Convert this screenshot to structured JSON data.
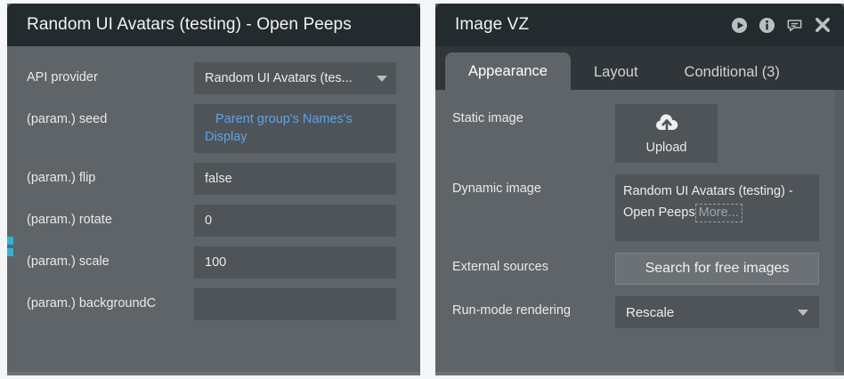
{
  "left_panel": {
    "title": "Random UI Avatars (testing) - Open Peeps",
    "rows": [
      {
        "label": "API provider",
        "value": "Random UI Avatars (tes...",
        "type": "dropdown"
      },
      {
        "label": "(param.) seed",
        "value": "Parent group's Names's Display",
        "type": "dynamic"
      },
      {
        "label": "(param.) flip",
        "value": "false",
        "type": "text"
      },
      {
        "label": "(param.) rotate",
        "value": "0",
        "type": "text"
      },
      {
        "label": "(param.) scale",
        "value": "100",
        "type": "text"
      },
      {
        "label": "(param.) backgroundC",
        "value": "",
        "type": "text"
      }
    ]
  },
  "right_panel": {
    "title": "Image VZ",
    "header_icons": [
      {
        "name": "play-icon"
      },
      {
        "name": "info-icon"
      },
      {
        "name": "comment-icon"
      },
      {
        "name": "close-icon"
      }
    ],
    "tabs": [
      {
        "label": "Appearance",
        "active": true
      },
      {
        "label": "Layout",
        "active": false
      },
      {
        "label": "Conditional (3)",
        "active": false
      }
    ],
    "rows": {
      "static_image": {
        "label": "Static image",
        "upload_label": "Upload",
        "icon": "cloud-upload-icon"
      },
      "dynamic_image": {
        "label": "Dynamic image",
        "value": "Random UI Avatars (testing) - Open Peeps",
        "more_label": "More..."
      },
      "external_sources": {
        "label": "External sources",
        "button_label": "Search for free images"
      },
      "run_mode": {
        "label": "Run-mode rendering",
        "value": "Rescale"
      }
    }
  },
  "colors": {
    "panel_bg": "#5e6468",
    "header_bg": "#242b2e",
    "field_bg": "#4e5458",
    "link_blue": "#5ea3e8",
    "accent_cyan": "#29b6d8"
  }
}
